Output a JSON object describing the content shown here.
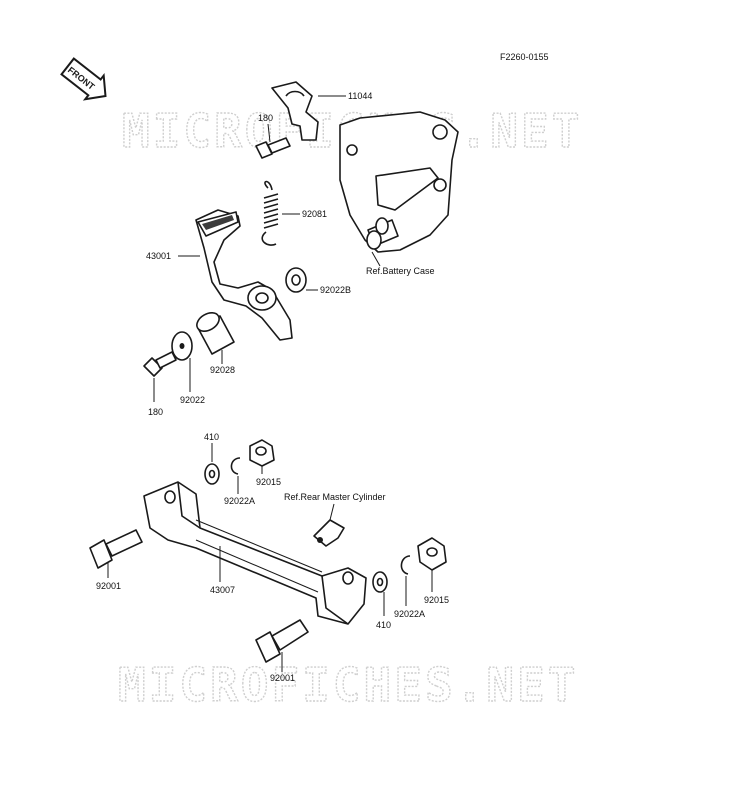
{
  "figure_code": "F2260-0155",
  "front_label": "FRONT",
  "watermark": "MICROFICHES.NET",
  "parts": {
    "clip_11044": "11044",
    "bolt_180_top": "180",
    "spring_92081": "92081",
    "pedal_43001": "43001",
    "ref_battery_case": "Ref.Battery Case",
    "washer_92022B": "92022B",
    "collar_92028": "92028",
    "washer_92022": "92022",
    "bolt_180_lower": "180",
    "washer_410_top": "410",
    "nut_92015_top": "92015",
    "circlip_92022A_top": "92022A",
    "ref_rear_master_cylinder": "Ref.Rear Master Cylinder",
    "bolt_92001_left": "92001",
    "rod_43007": "43007",
    "washer_410_bottom": "410",
    "circlip_92022A_bottom": "92022A",
    "nut_92015_bottom": "92015",
    "bolt_92001_bottom": "92001"
  },
  "colors": {
    "ink": "#1a1a1a",
    "watermark": "#cfcfcf",
    "background": "#ffffff"
  },
  "icons": [
    "front-arrow-icon"
  ]
}
